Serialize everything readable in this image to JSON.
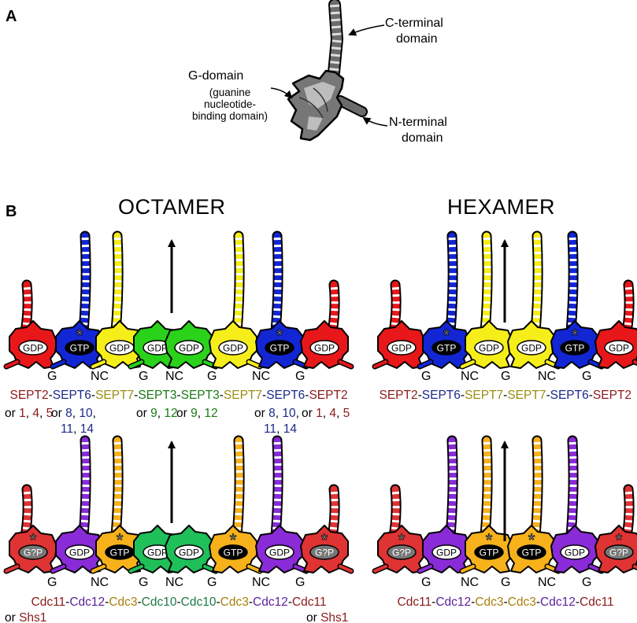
{
  "panels": {
    "a": "A",
    "b": "B"
  },
  "panel_a": {
    "c_terminal": [
      "C-terminal",
      "domain"
    ],
    "g_domain_title": "G-domain",
    "g_domain_desc": [
      "(guanine",
      "nucleotide-",
      "binding domain)"
    ],
    "n_terminal": [
      "N-terminal",
      "domain"
    ]
  },
  "titles": {
    "octamer": "OCTAMER",
    "hexamer": "HEXAMER"
  },
  "nucleotide": {
    "gdp": "GDP",
    "gtp": "GTP",
    "gp": "G?P",
    "star": "*"
  },
  "interfaces": {
    "g": "G",
    "nc": "NC"
  },
  "colors": {
    "red": "#e8171a",
    "blue": "#1226d4",
    "yellow": "#f6ee1a",
    "green": "#2ad21a",
    "teal": "#1fbf59",
    "purple": "#8a2bd8",
    "orange": "#f7b21b",
    "redS": "#e03333",
    "dkred": "#8b1a1a",
    "navy": "#1b2a8a",
    "olive": "#9a8d12",
    "dkgreen": "#1a7a16",
    "cgreen": "#1d7a45",
    "cpurple": "#5a1f9a",
    "corange": "#a87f0c"
  },
  "octamer_human": {
    "chain": [
      [
        "SEPT2",
        "dkred"
      ],
      [
        "-",
        ""
      ],
      [
        "SEPT6",
        "navy"
      ],
      [
        "-",
        ""
      ],
      [
        "SEPT7",
        "olive"
      ],
      [
        "-",
        ""
      ],
      [
        "SEPT3",
        "dkgreen"
      ],
      [
        "-",
        ""
      ],
      [
        "SEPT3",
        "dkgreen"
      ],
      [
        "-",
        ""
      ],
      [
        "SEPT7",
        "olive"
      ],
      [
        "-",
        ""
      ],
      [
        "SEPT6",
        "navy"
      ],
      [
        "-",
        ""
      ],
      [
        "SEPT2",
        "dkred"
      ]
    ],
    "alts": [
      {
        "parts": [
          [
            "or ",
            ""
          ],
          [
            "1",
            "dkred"
          ],
          [
            ", ",
            ""
          ],
          [
            "4",
            "dkred"
          ],
          [
            ", ",
            ""
          ],
          [
            "5",
            "dkred"
          ]
        ]
      },
      {
        "parts": [
          [
            "or ",
            ""
          ],
          [
            "8",
            "navy"
          ],
          [
            ", ",
            ""
          ],
          [
            "10",
            "navy"
          ],
          [
            ",",
            ""
          ]
        ],
        "line2": [
          [
            "11",
            "navy"
          ],
          [
            ", ",
            ""
          ],
          [
            "14",
            "navy"
          ]
        ]
      },
      {
        "parts": [
          [
            "or ",
            ""
          ],
          [
            "9",
            "dkgreen"
          ],
          [
            ", ",
            ""
          ],
          [
            "12",
            "dkgreen"
          ]
        ]
      },
      {
        "parts": [
          [
            "or ",
            ""
          ],
          [
            "9",
            "dkgreen"
          ],
          [
            ", ",
            ""
          ],
          [
            "12",
            "dkgreen"
          ]
        ]
      },
      {
        "parts": [
          [
            "or ",
            ""
          ],
          [
            "8",
            "navy"
          ],
          [
            ", ",
            ""
          ],
          [
            "10",
            "navy"
          ],
          [
            ",",
            ""
          ]
        ],
        "line2": [
          [
            "11",
            "navy"
          ],
          [
            ", ",
            ""
          ],
          [
            "14",
            "navy"
          ]
        ]
      },
      {
        "parts": [
          [
            "or ",
            ""
          ],
          [
            "1",
            "dkred"
          ],
          [
            ", ",
            ""
          ],
          [
            "4",
            "dkred"
          ],
          [
            ", ",
            ""
          ],
          [
            "5",
            "dkred"
          ]
        ]
      }
    ]
  },
  "hexamer_human": {
    "chain": [
      [
        "SEPT2",
        "dkred"
      ],
      [
        "-",
        ""
      ],
      [
        "SEPT6",
        "navy"
      ],
      [
        "-",
        ""
      ],
      [
        "SEPT7",
        "olive"
      ],
      [
        "-",
        ""
      ],
      [
        "SEPT7",
        "olive"
      ],
      [
        "-",
        ""
      ],
      [
        "SEPT6",
        "navy"
      ],
      [
        "-",
        ""
      ],
      [
        "SEPT2",
        "dkred"
      ]
    ]
  },
  "octamer_yeast": {
    "chain": [
      [
        "Cdc11",
        "dkred"
      ],
      [
        "-",
        ""
      ],
      [
        "Cdc12",
        "cpurple"
      ],
      [
        "-",
        ""
      ],
      [
        "Cdc3",
        "corange"
      ],
      [
        "-",
        ""
      ],
      [
        "Cdc10",
        "cgreen"
      ],
      [
        "-",
        ""
      ],
      [
        "Cdc10",
        "cgreen"
      ],
      [
        "-",
        ""
      ],
      [
        "Cdc3",
        "corange"
      ],
      [
        "-",
        ""
      ],
      [
        "Cdc12",
        "cpurple"
      ],
      [
        "-",
        ""
      ],
      [
        "Cdc11",
        "dkred"
      ]
    ],
    "alts": [
      {
        "parts": [
          [
            "or ",
            ""
          ],
          [
            "Shs1",
            "dkred"
          ]
        ]
      },
      {
        "parts": [
          [
            "or ",
            ""
          ],
          [
            "Shs1",
            "dkred"
          ]
        ]
      }
    ]
  },
  "hexamer_yeast": {
    "chain": [
      [
        "Cdc11",
        "dkred"
      ],
      [
        "-",
        ""
      ],
      [
        "Cdc12",
        "cpurple"
      ],
      [
        "-",
        ""
      ],
      [
        "Cdc3",
        "corange"
      ],
      [
        "-",
        ""
      ],
      [
        "Cdc3",
        "corange"
      ],
      [
        "-",
        ""
      ],
      [
        "Cdc12",
        "cpurple"
      ],
      [
        "-",
        ""
      ],
      [
        "Cdc11",
        "dkred"
      ]
    ]
  }
}
